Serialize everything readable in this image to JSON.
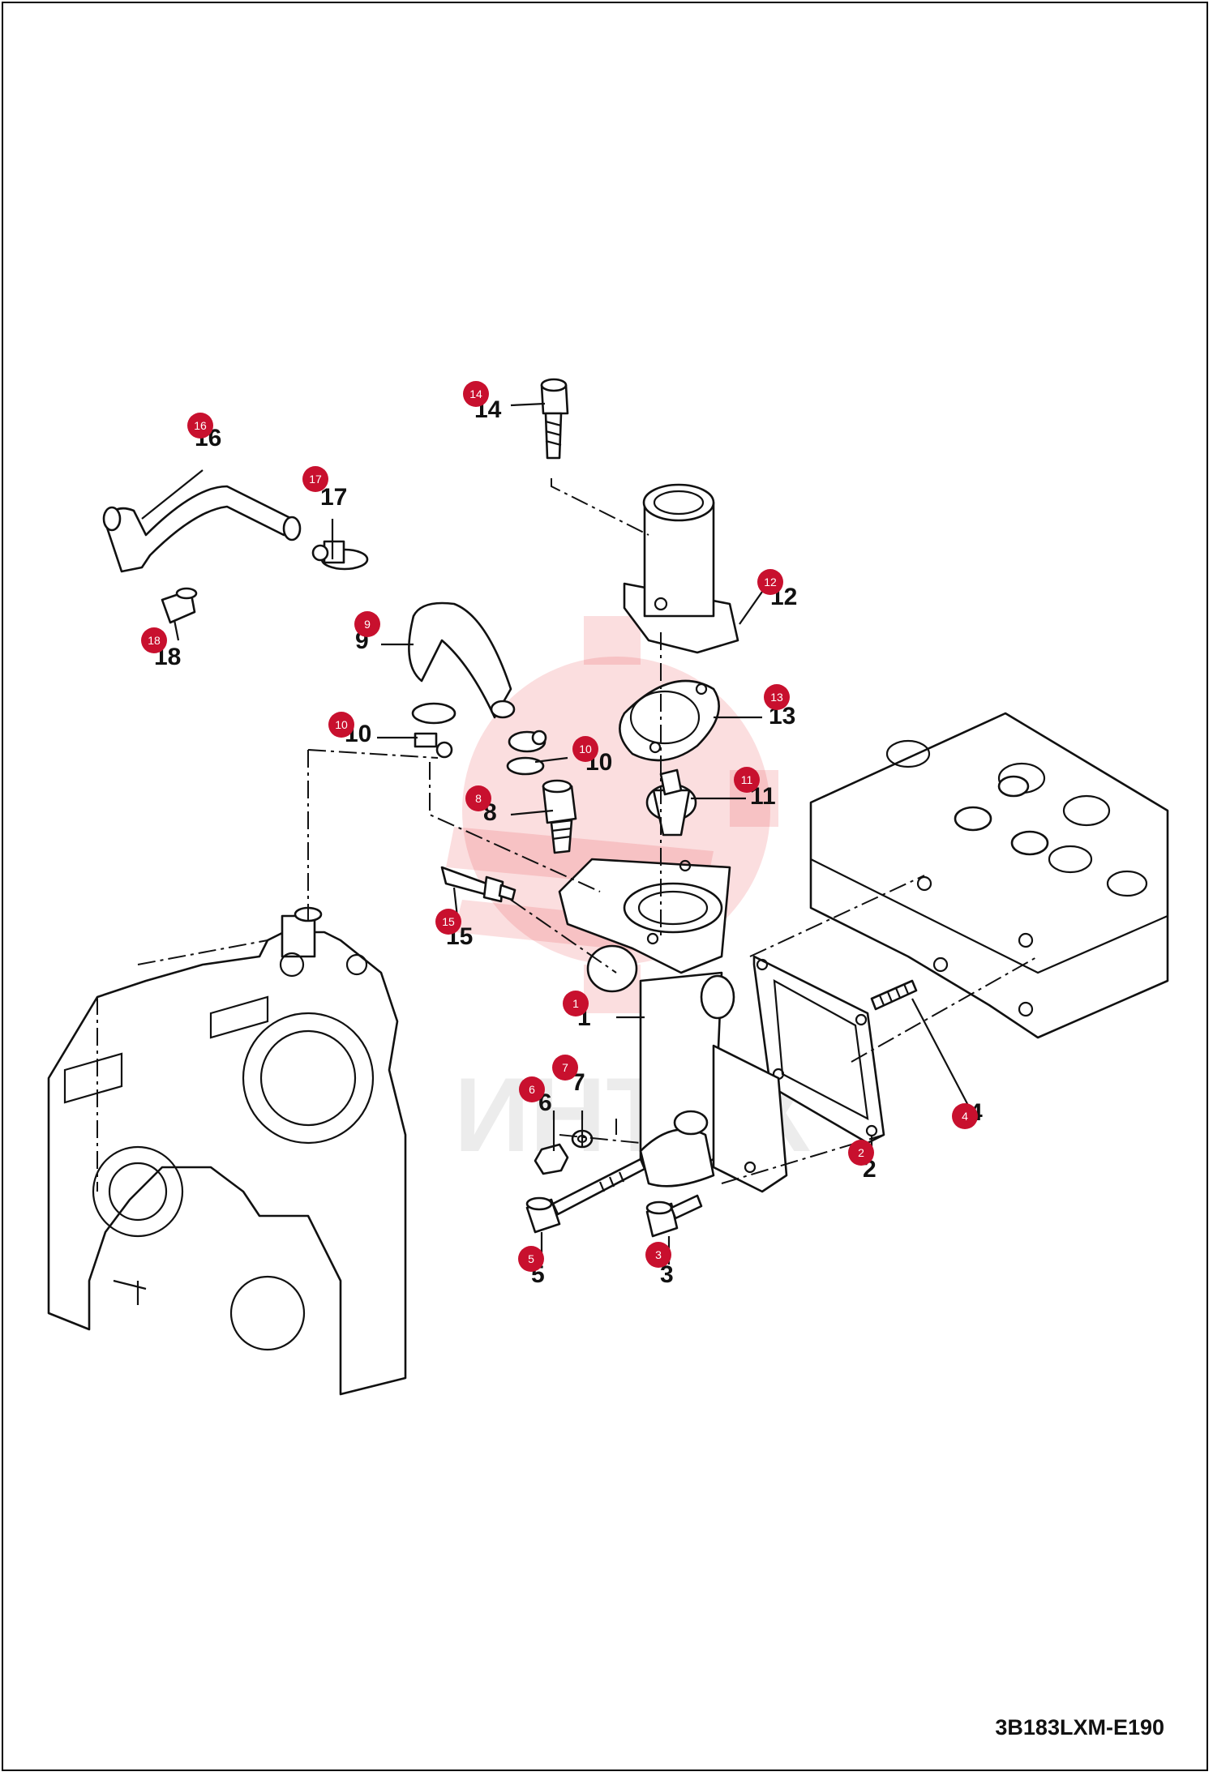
{
  "drawing_code": "3B183LXM-E190",
  "watermark": "ИНТЕХ",
  "callouts": [
    {
      "number": "1",
      "label": "1"
    },
    {
      "number": "2",
      "label": "2"
    },
    {
      "number": "3",
      "label": "3"
    },
    {
      "number": "4",
      "label": "4"
    },
    {
      "number": "5",
      "label": "5"
    },
    {
      "number": "6",
      "label": "6"
    },
    {
      "number": "7",
      "label": "7"
    },
    {
      "number": "8",
      "label": "8"
    },
    {
      "number": "9",
      "label": "9"
    },
    {
      "number": "10",
      "label": "10"
    },
    {
      "number": "10",
      "label": "10"
    },
    {
      "number": "11",
      "label": "11"
    },
    {
      "number": "12",
      "label": "12"
    },
    {
      "number": "13",
      "label": "13"
    },
    {
      "number": "14",
      "label": "14"
    },
    {
      "number": "15",
      "label": "15"
    },
    {
      "number": "16",
      "label": "16"
    },
    {
      "number": "17",
      "label": "17"
    },
    {
      "number": "18",
      "label": "18"
    }
  ],
  "colors": {
    "badge": "#c8102e",
    "line": "#111111",
    "watermark": "#e8343a"
  }
}
